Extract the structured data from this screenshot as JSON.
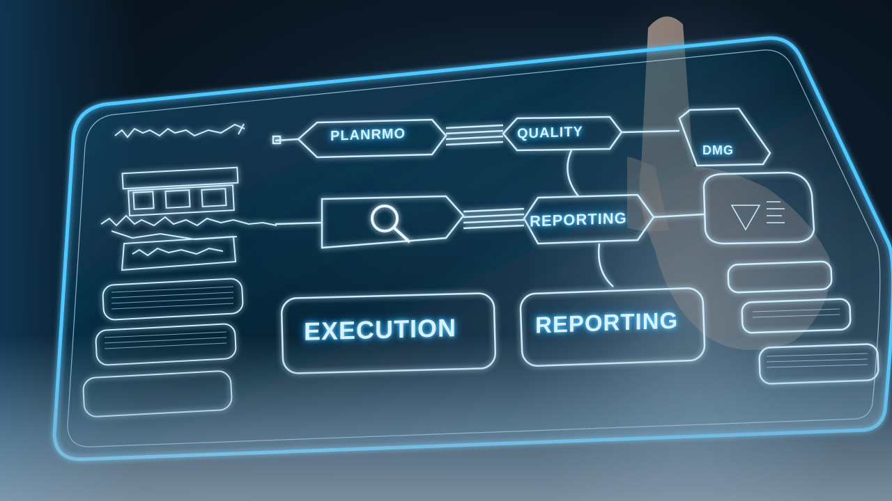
{
  "scene": {
    "colors": {
      "glow": "#4fc8ff",
      "line": "#cfefff",
      "text": "#d8f2ff",
      "background": "#0c1a28"
    },
    "nodes": {
      "planning": "PLANRMO",
      "quality": "QUALITY",
      "reporting_small": "REPORTING",
      "execution": "EXECUTION",
      "reporting_large": "REPORTING",
      "right_top_code": "DMG"
    },
    "icons": {
      "search": "magnifier-icon"
    }
  }
}
